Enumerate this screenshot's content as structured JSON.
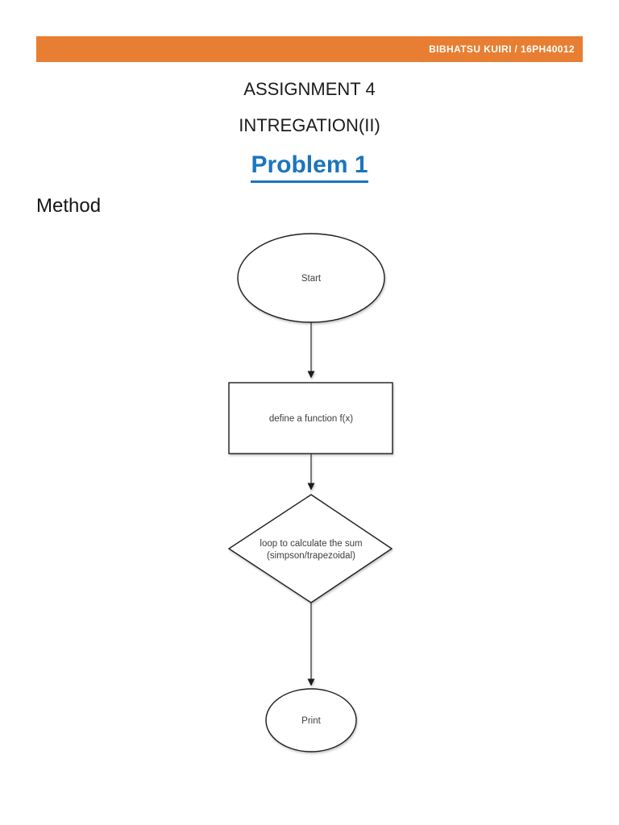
{
  "header": {
    "text": "BIBHATSU KUIRI / 16PH40012",
    "bg_color": "#E87E31",
    "text_color": "#FFFFFF"
  },
  "document": {
    "title_line1": "ASSIGNMENT 4",
    "title_line2": "INTREGATION(II)",
    "problem_heading": "Problem 1",
    "problem_color": "#1B75BC",
    "section_heading": "Method"
  },
  "flowchart": {
    "stroke_color": "#1F1F1F",
    "label_color": "#3D3D3D",
    "nodes": [
      {
        "id": "start",
        "shape": "ellipse",
        "label": "Start"
      },
      {
        "id": "define",
        "shape": "rectangle",
        "label": "define a function f(x)"
      },
      {
        "id": "loop",
        "shape": "diamond",
        "label_line1": "loop to calculate the sum",
        "label_line2": "(simpson/trapezoidal)"
      },
      {
        "id": "print",
        "shape": "ellipse",
        "label": "Print"
      }
    ],
    "edges": [
      {
        "from": "start",
        "to": "define"
      },
      {
        "from": "define",
        "to": "loop"
      },
      {
        "from": "loop",
        "to": "print"
      }
    ]
  }
}
